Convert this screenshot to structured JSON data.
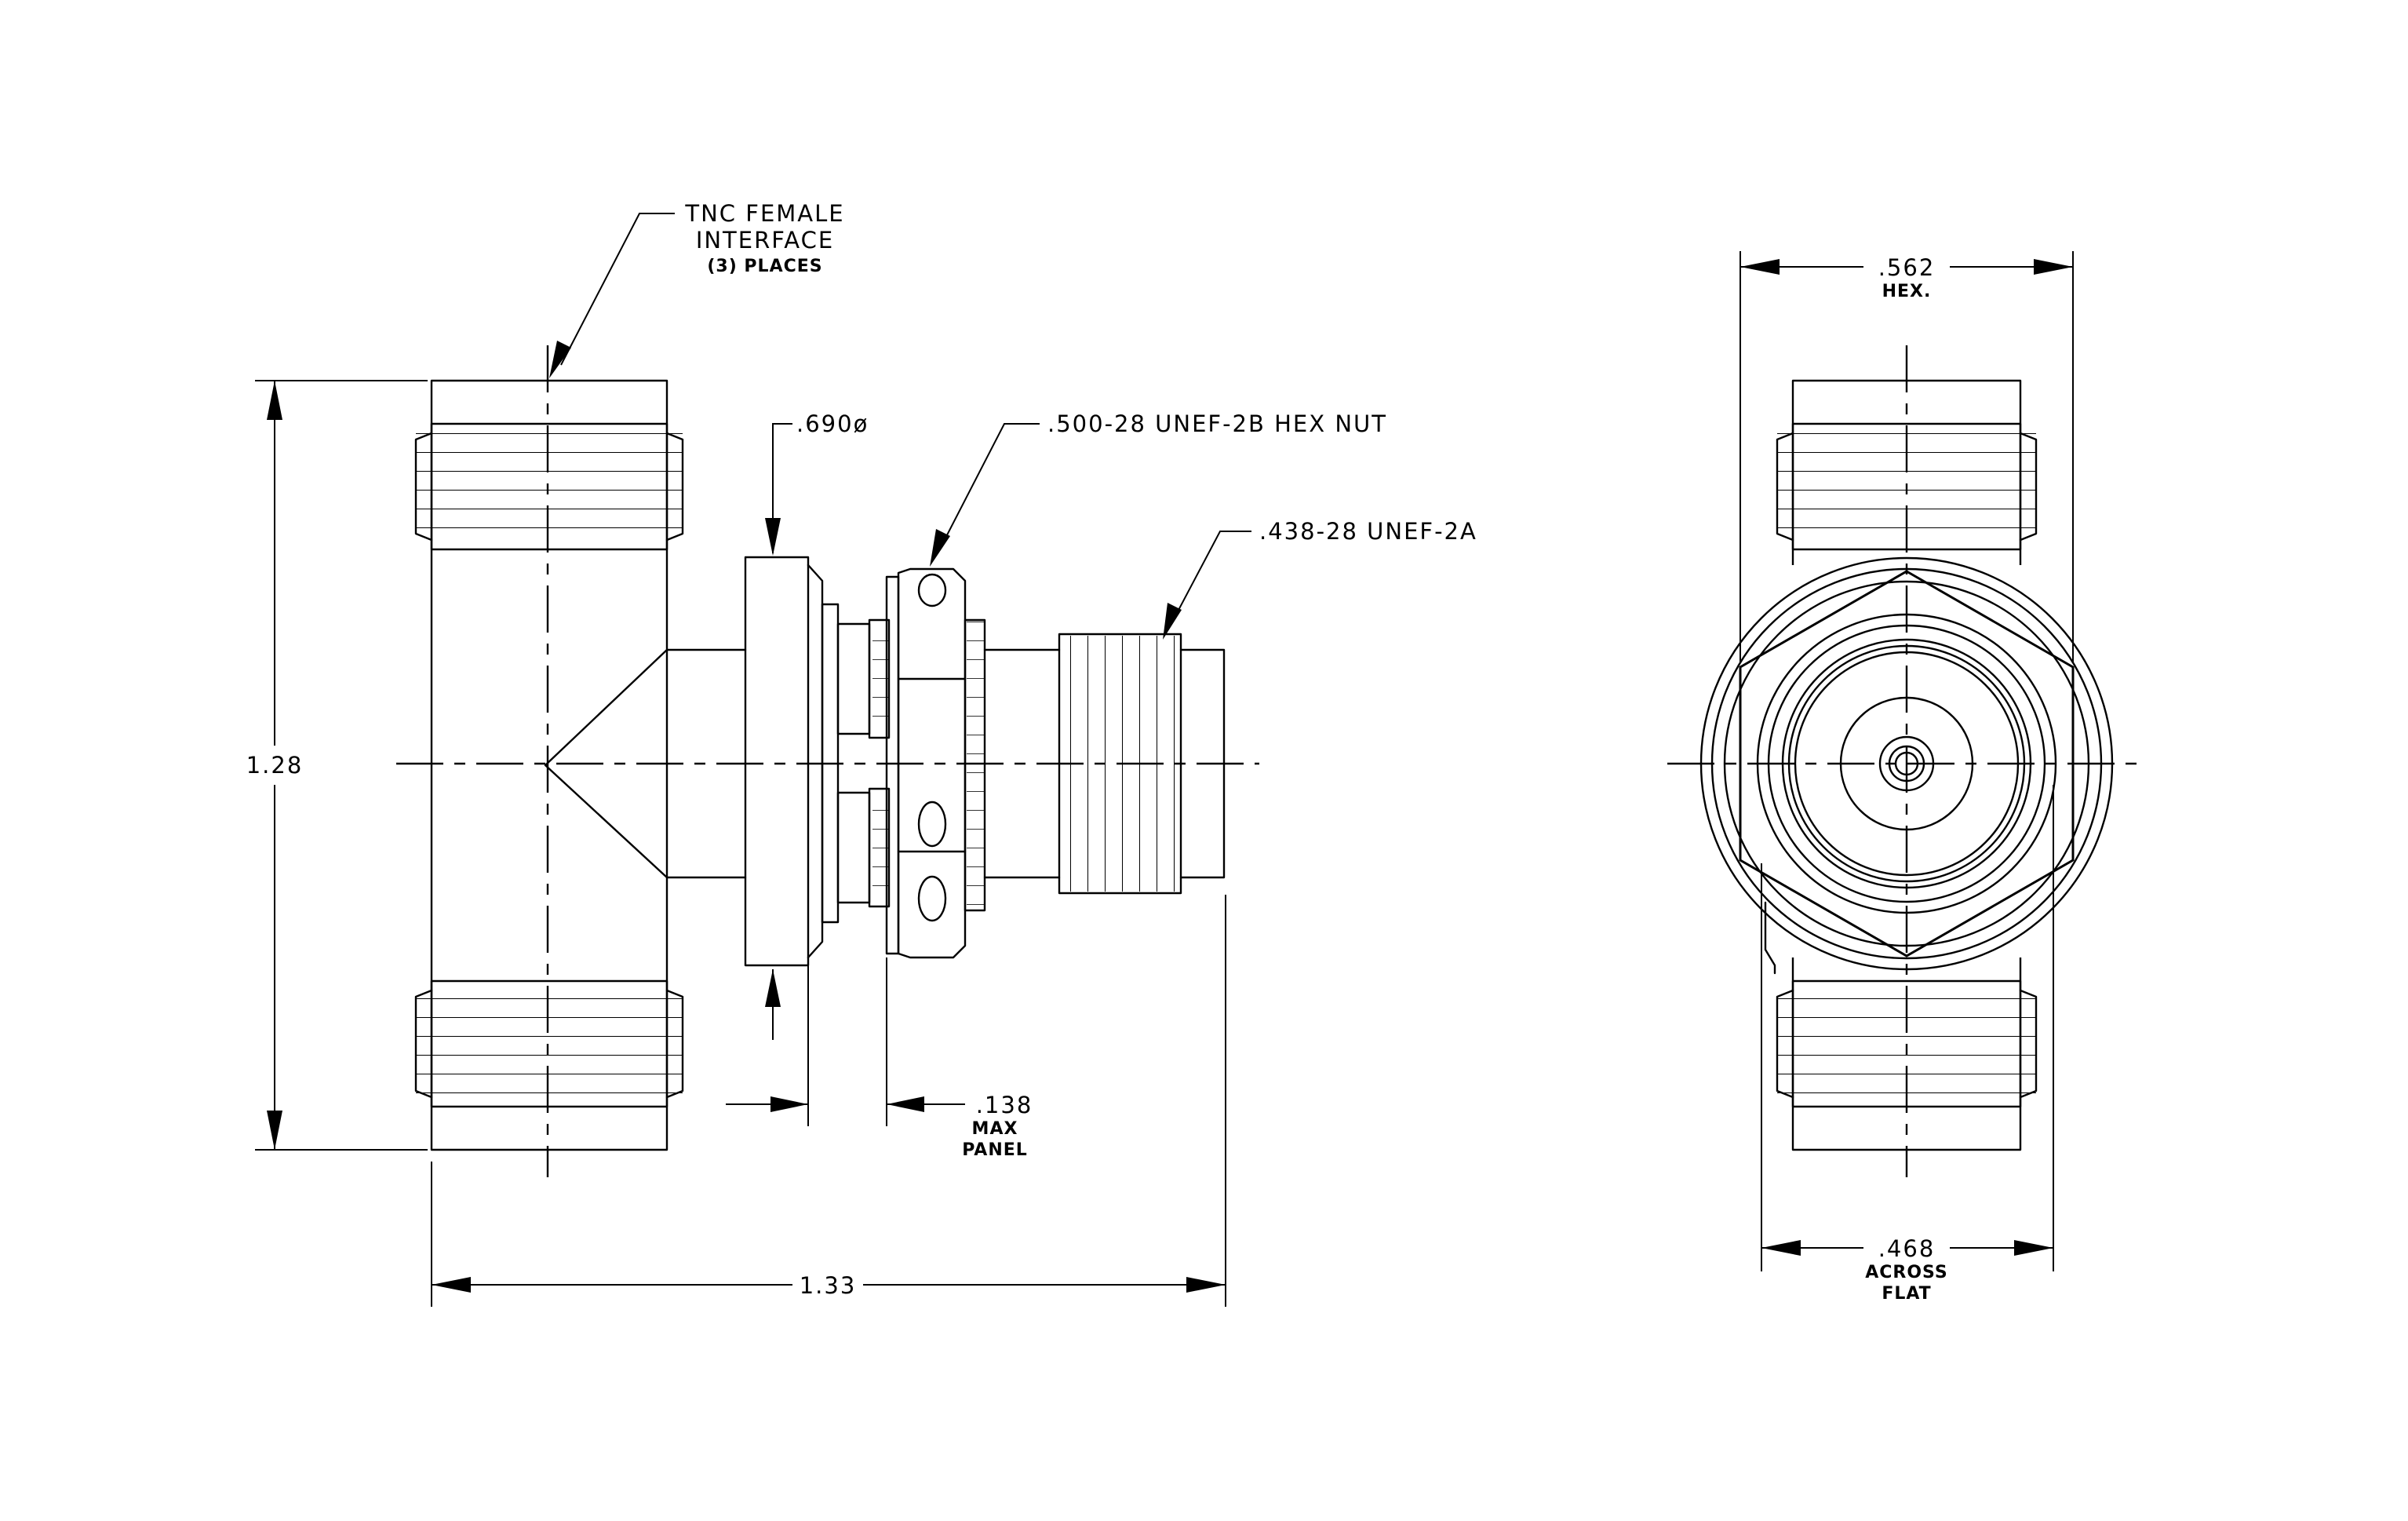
{
  "labels": {
    "tnc_line1": "TNC FEMALE",
    "tnc_line2": "INTERFACE",
    "tnc_line3": "(3) PLACES",
    "flange_dia": ".690ø",
    "hex_nut": ".500-28 UNEF-2B HEX NUT",
    "thread": ".438-28 UNEF-2A",
    "height": "1.28",
    "length": "1.33",
    "panel_value": ".138",
    "panel_line1": "MAX",
    "panel_line2": "PANEL",
    "hex_value": ".562",
    "hex_sub": "HEX.",
    "flat_value": ".468",
    "flat_line1": "ACROSS",
    "flat_line2": "FLAT"
  }
}
